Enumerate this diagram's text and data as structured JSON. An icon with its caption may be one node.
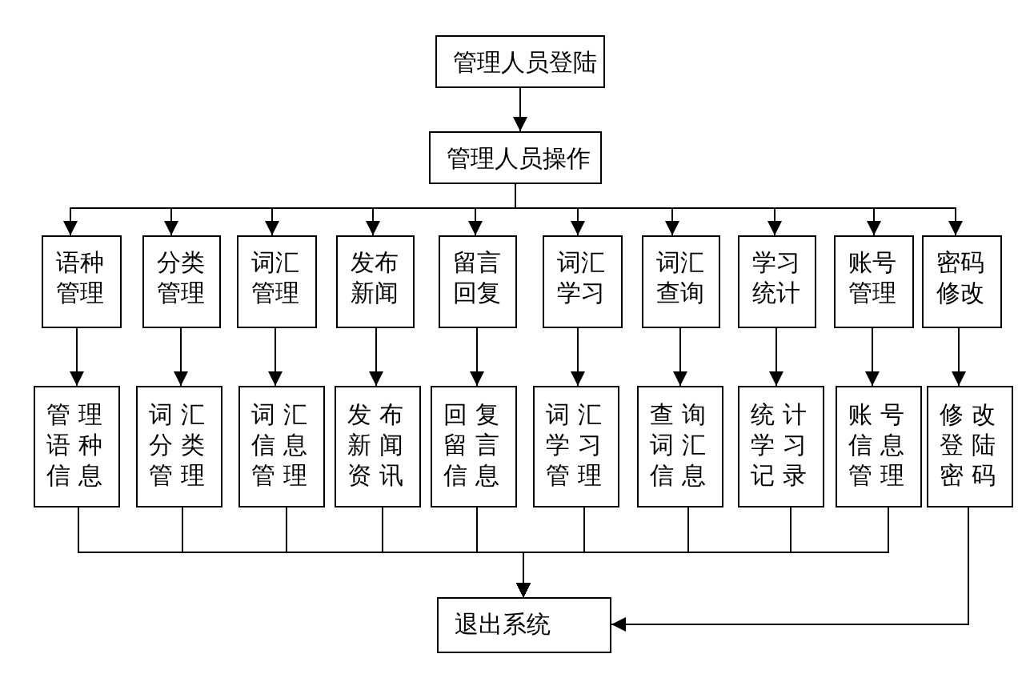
{
  "diagram": {
    "nodes": [
      {
        "text": [
          "管理人员登陆"
        ]
      },
      {
        "text": [
          "管理人员操作"
        ]
      },
      {
        "text": [
          "语种管理"
        ]
      },
      {
        "text": [
          "分类管理"
        ]
      },
      {
        "text": [
          "词汇管理"
        ]
      },
      {
        "text": [
          "发布新闻"
        ]
      },
      {
        "text": [
          "留言回复"
        ]
      },
      {
        "text": [
          "词汇学习"
        ]
      },
      {
        "text": [
          "词汇查询"
        ]
      },
      {
        "text": [
          "学习统计"
        ]
      },
      {
        "text": [
          "账号管理"
        ]
      },
      {
        "text": [
          "密码修改"
        ]
      },
      {
        "text": [
          "管理语种信息"
        ]
      },
      {
        "text": [
          "词汇分类管理"
        ]
      },
      {
        "text": [
          "词汇信息管理"
        ]
      },
      {
        "text": [
          "发布新闻资讯"
        ]
      },
      {
        "text": [
          "回复留言信息"
        ]
      },
      {
        "text": [
          "词汇学习管理"
        ]
      },
      {
        "text": [
          "查询词汇信息"
        ]
      },
      {
        "text": [
          "统计学习记录"
        ]
      },
      {
        "text": [
          "账号信息管理"
        ]
      },
      {
        "text": [
          "修改登陆密码"
        ]
      },
      {
        "text": [
          "退出系统"
        ]
      }
    ],
    "edges": [
      {
        "from": 0,
        "to": 1,
        "arrow": "to"
      },
      {
        "from": 1,
        "to": 2,
        "arrow": "to"
      },
      {
        "from": 1,
        "to": 3,
        "arrow": "to"
      },
      {
        "from": 1,
        "to": 4,
        "arrow": "to"
      },
      {
        "from": 1,
        "to": 5,
        "arrow": "to"
      },
      {
        "from": 1,
        "to": 6,
        "arrow": "to"
      },
      {
        "from": 1,
        "to": 7,
        "arrow": "to"
      },
      {
        "from": 1,
        "to": 8,
        "arrow": "to"
      },
      {
        "from": 1,
        "to": 9,
        "arrow": "to"
      },
      {
        "from": 1,
        "to": 10,
        "arrow": "to"
      },
      {
        "from": 1,
        "to": 11,
        "arrow": "to"
      },
      {
        "from": 2,
        "to": 12,
        "arrow": "to"
      },
      {
        "from": 3,
        "to": 13,
        "arrow": "to"
      },
      {
        "from": 4,
        "to": 14,
        "arrow": "to"
      },
      {
        "from": 5,
        "to": 15,
        "arrow": "to"
      },
      {
        "from": 6,
        "to": 16,
        "arrow": "to"
      },
      {
        "from": 7,
        "to": 17,
        "arrow": "to"
      },
      {
        "from": 8,
        "to": 18,
        "arrow": "to"
      },
      {
        "from": 9,
        "to": 19,
        "arrow": "to"
      },
      {
        "from": 10,
        "to": 20,
        "arrow": "to"
      },
      {
        "from": 11,
        "to": 21,
        "arrow": "to"
      },
      {
        "from": 12,
        "to": 22,
        "arrow": "to"
      },
      {
        "from": 13,
        "to": 22,
        "arrow": "to"
      },
      {
        "from": 14,
        "to": 22,
        "arrow": "to"
      },
      {
        "from": 15,
        "to": 22,
        "arrow": "to"
      },
      {
        "from": 16,
        "to": 22,
        "arrow": "to"
      },
      {
        "from": 17,
        "to": 22,
        "arrow": "to"
      },
      {
        "from": 18,
        "to": 22,
        "arrow": "to"
      },
      {
        "from": 19,
        "to": 22,
        "arrow": "to"
      },
      {
        "from": 20,
        "to": 22,
        "arrow": "to"
      },
      {
        "from": 21,
        "to": 22,
        "arrow": "to"
      }
    ]
  }
}
